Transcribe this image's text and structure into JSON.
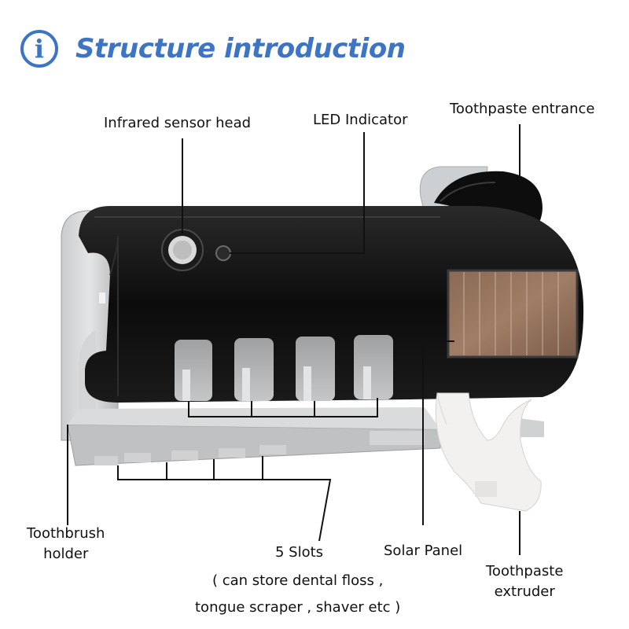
{
  "header": {
    "title": "Structure introduction",
    "info_icon_glyph": "i",
    "accent_color": "#3d74c4"
  },
  "callouts": {
    "infrared_sensor": "Infrared sensor head",
    "led_indicator": "LED Indicator",
    "toothpaste_entrance": "Toothpaste entrance",
    "toothbrush_holder_line1": "Toothbrush",
    "toothbrush_holder_line2": "holder",
    "slots_title": "5 Slots",
    "slots_note_line1": "( can store dental floss ,",
    "slots_note_line2": "tongue scraper , shaver etc  )",
    "solar_panel": "Solar Panel",
    "extruder_line1": "Toothpaste",
    "extruder_line2": "extruder"
  }
}
